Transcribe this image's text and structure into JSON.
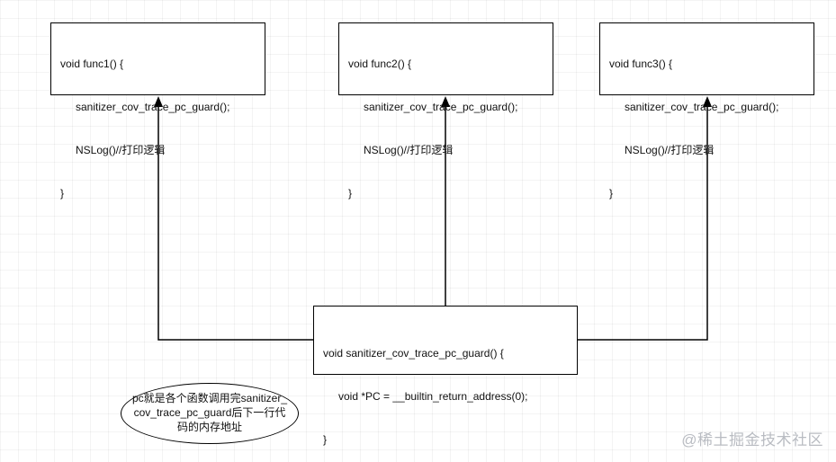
{
  "nodes": [
    {
      "id": "func1",
      "lines": [
        "void func1() {",
        "sanitizer_cov_trace_pc_guard();",
        "NSLog()//打印逻辑",
        "}"
      ]
    },
    {
      "id": "func2",
      "lines": [
        "void func2() {",
        "sanitizer_cov_trace_pc_guard();",
        "NSLog()//打印逻辑",
        "}"
      ]
    },
    {
      "id": "func3",
      "lines": [
        "void func3() {",
        "sanitizer_cov_trace_pc_guard();",
        "NSLog()//打印逻辑",
        "}"
      ]
    },
    {
      "id": "guard",
      "lines": [
        "void sanitizer_cov_trace_pc_guard() {",
        "void *PC = __builtin_return_address(0);",
        "}"
      ]
    }
  ],
  "edges": [
    {
      "from": "guard",
      "to": "func1"
    },
    {
      "from": "guard",
      "to": "func2"
    },
    {
      "from": "guard",
      "to": "func3"
    }
  ],
  "note": {
    "text": "pc就是各个函数调用完sanitizer_cov_trace_pc_guard后下一行代码的内存地址"
  },
  "watermark": "@稀土掘金技术社区"
}
